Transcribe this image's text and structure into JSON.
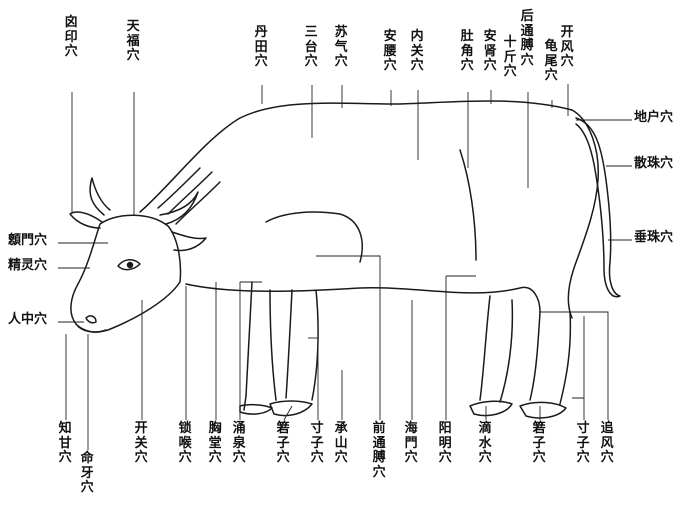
{
  "points": {
    "p_top_01": "囟印穴",
    "p_top_02": "天福穴",
    "p_top_03": "丹田穴",
    "p_top_04": "三台穴",
    "p_top_05": "苏气穴",
    "p_top_06": "安腰穴",
    "p_top_07": "内关穴",
    "p_top_08": "肚角穴",
    "p_top_09": "安肾穴",
    "p_top_10": "十斤穴",
    "p_top_11": "后通膊穴",
    "p_top_12": "龟尾穴",
    "p_top_13": "开风穴",
    "p_right_1": "地户穴",
    "p_right_2": "散珠穴",
    "p_right_3": "垂珠穴",
    "p_left_1": "顖門穴",
    "p_left_2": "精灵穴",
    "p_left_3": "人中穴",
    "p_bot_01": "知甘穴",
    "p_bot_02": "命牙穴",
    "p_bot_03": "开关穴",
    "p_bot_04": "锁喉穴",
    "p_bot_05": "胸堂穴",
    "p_bot_06": "涌泉穴",
    "p_bot_07": "箬子穴",
    "p_bot_08": "寸子穴",
    "p_bot_09": "承山穴",
    "p_bot_10": "前通膊穴",
    "p_bot_11": "海門穴",
    "p_bot_12": "阳明穴",
    "p_bot_13": "滴水穴",
    "p_bot_14": "箬子穴",
    "p_bot_15": "寸子穴",
    "p_bot_16": "追风穴"
  }
}
